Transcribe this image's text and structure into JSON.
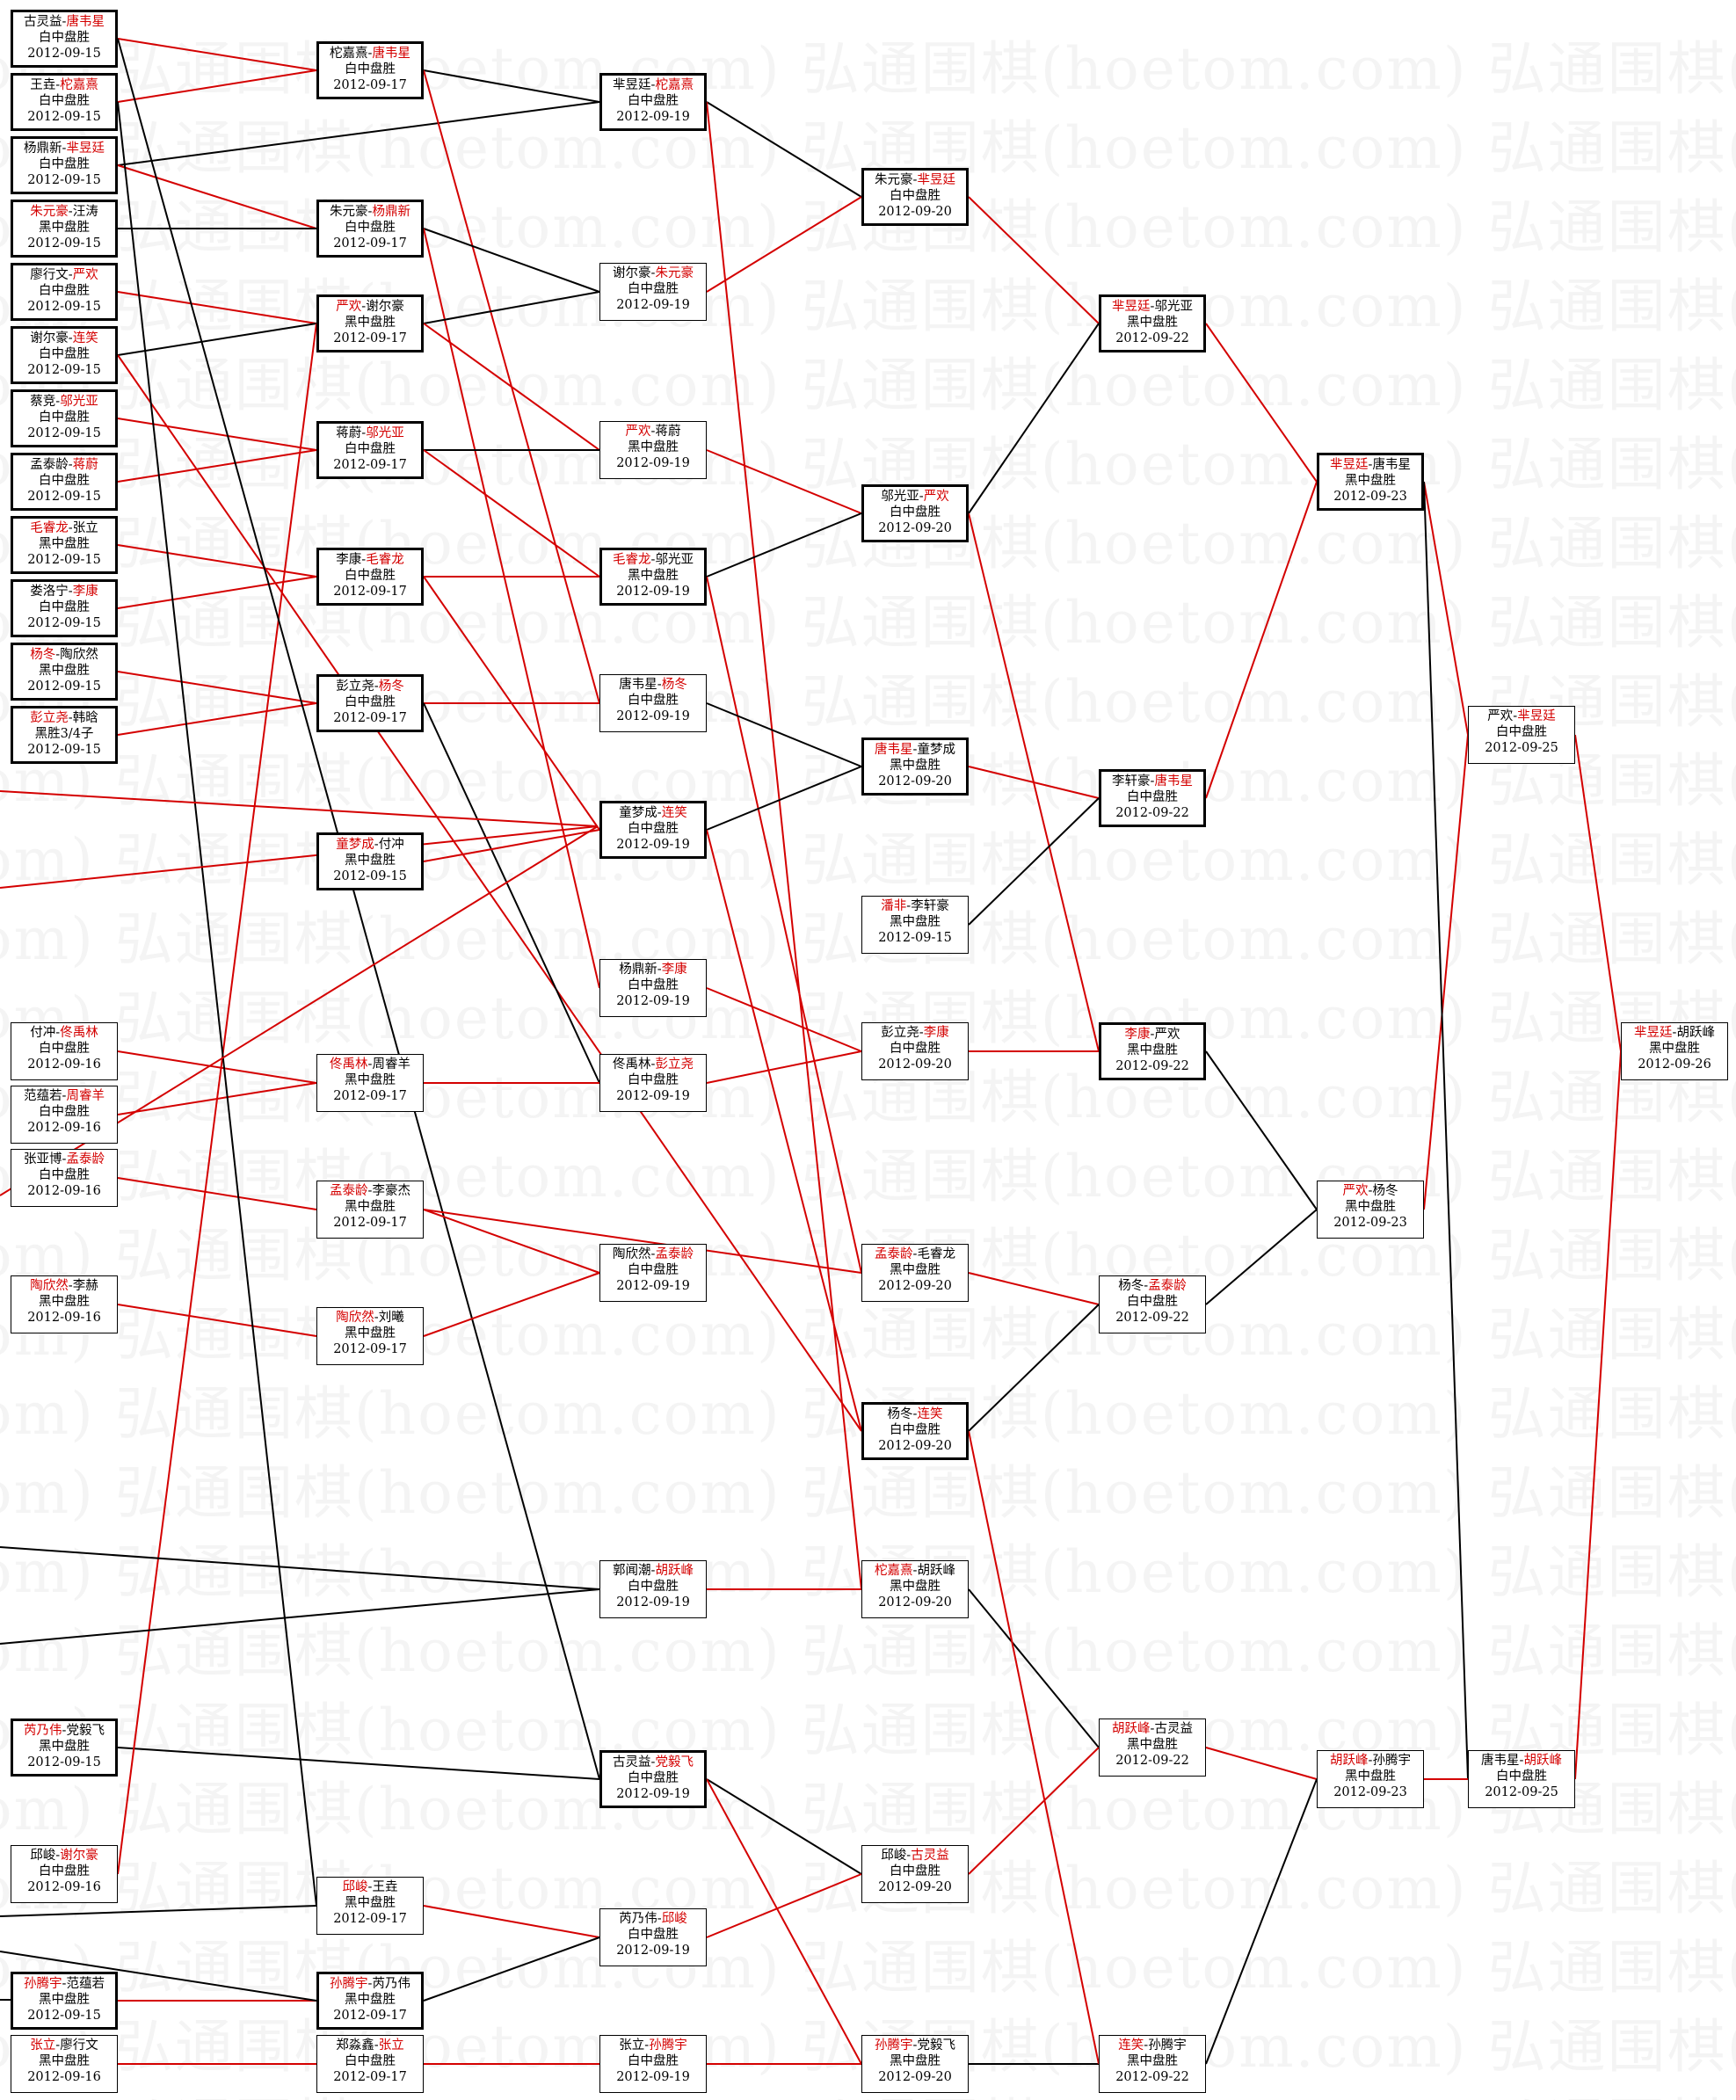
{
  "watermark": "弘通围棋(hoetom.com)",
  "colors": {
    "winner": "#d40000",
    "line_winner": "#d40000",
    "line_loser": "#000000",
    "border": "#000000"
  },
  "games": [
    {
      "id": "r1_01",
      "p1": "古灵益",
      "p2": "唐韦星",
      "winner": 2,
      "result": "白中盘胜",
      "date": "2012-09-15"
    },
    {
      "id": "r1_02",
      "p1": "王垚",
      "p2": "柁嘉熹",
      "winner": 2,
      "result": "白中盘胜",
      "date": "2012-09-15"
    },
    {
      "id": "r1_03",
      "p1": "杨鼎新",
      "p2": "芈昱廷",
      "winner": 2,
      "result": "白中盘胜",
      "date": "2012-09-15"
    },
    {
      "id": "r1_04",
      "p1": "朱元豪",
      "p2": "汪涛",
      "winner": 1,
      "result": "黑中盘胜",
      "date": "2012-09-15"
    },
    {
      "id": "r1_05",
      "p1": "廖行文",
      "p2": "严欢",
      "winner": 2,
      "result": "白中盘胜",
      "date": "2012-09-15"
    },
    {
      "id": "r1_06",
      "p1": "谢尔豪",
      "p2": "连笑",
      "winner": 2,
      "result": "白中盘胜",
      "date": "2012-09-15"
    },
    {
      "id": "r1_07",
      "p1": "蔡竞",
      "p2": "邬光亚",
      "winner": 2,
      "result": "白中盘胜",
      "date": "2012-09-15"
    },
    {
      "id": "r1_08",
      "p1": "孟泰龄",
      "p2": "蒋蔚",
      "winner": 2,
      "result": "白中盘胜",
      "date": "2012-09-15"
    },
    {
      "id": "r1_09",
      "p1": "毛睿龙",
      "p2": "张立",
      "winner": 1,
      "result": "黑中盘胜",
      "date": "2012-09-15"
    },
    {
      "id": "r1_10",
      "p1": "娄洛宁",
      "p2": "李康",
      "winner": 2,
      "result": "白中盘胜",
      "date": "2012-09-15"
    },
    {
      "id": "r1_11",
      "p1": "杨冬",
      "p2": "陶欣然",
      "winner": 1,
      "result": "黑中盘胜",
      "date": "2012-09-15"
    },
    {
      "id": "r1_12",
      "p1": "彭立尧",
      "p2": "韩晗",
      "winner": 1,
      "result": "黑胜3/4子",
      "date": "2012-09-15"
    },
    {
      "id": "r1_13",
      "p1": "付冲",
      "p2": "佟禹林",
      "winner": 2,
      "result": "白中盘胜",
      "date": "2012-09-16"
    },
    {
      "id": "r1_14",
      "p1": "范蕴若",
      "p2": "周睿羊",
      "winner": 2,
      "result": "白中盘胜",
      "date": "2012-09-16"
    },
    {
      "id": "r1_15",
      "p1": "张亚博",
      "p2": "孟泰龄",
      "winner": 2,
      "result": "白中盘胜",
      "date": "2012-09-16"
    },
    {
      "id": "r1_16",
      "p1": "陶欣然",
      "p2": "李赫",
      "winner": 1,
      "result": "黑中盘胜",
      "date": "2012-09-16"
    },
    {
      "id": "r1_17",
      "p1": "芮乃伟",
      "p2": "党毅飞",
      "winner": 1,
      "result": "黑中盘胜",
      "date": "2012-09-15"
    },
    {
      "id": "r1_18",
      "p1": "邱峻",
      "p2": "谢尔豪",
      "winner": 2,
      "result": "白中盘胜",
      "date": "2012-09-16"
    },
    {
      "id": "r1_19",
      "p1": "孙腾宇",
      "p2": "范蕴若",
      "winner": 1,
      "result": "黑中盘胜",
      "date": "2012-09-15"
    },
    {
      "id": "r1_20",
      "p1": "张立",
      "p2": "廖行文",
      "winner": 1,
      "result": "黑中盘胜",
      "date": "2012-09-16"
    },
    {
      "id": "r2_01",
      "p1": "柁嘉熹",
      "p2": "唐韦星",
      "winner": 2,
      "result": "白中盘胜",
      "date": "2012-09-17"
    },
    {
      "id": "r2_02",
      "p1": "朱元豪",
      "p2": "杨鼎新",
      "winner": 2,
      "result": "白中盘胜",
      "date": "2012-09-17"
    },
    {
      "id": "r2_03",
      "p1": "严欢",
      "p2": "谢尔豪",
      "winner": 1,
      "result": "黑中盘胜",
      "date": "2012-09-17"
    },
    {
      "id": "r2_04",
      "p1": "蒋蔚",
      "p2": "邬光亚",
      "winner": 2,
      "result": "白中盘胜",
      "date": "2012-09-17"
    },
    {
      "id": "r2_05",
      "p1": "李康",
      "p2": "毛睿龙",
      "winner": 2,
      "result": "白中盘胜",
      "date": "2012-09-17"
    },
    {
      "id": "r2_06",
      "p1": "彭立尧",
      "p2": "杨冬",
      "winner": 2,
      "result": "白中盘胜",
      "date": "2012-09-17"
    },
    {
      "id": "r2_07",
      "p1": "童梦成",
      "p2": "付冲",
      "winner": 1,
      "result": "黑中盘胜",
      "date": "2012-09-15"
    },
    {
      "id": "r2_08",
      "p1": "佟禹林",
      "p2": "周睿羊",
      "winner": 1,
      "result": "黑中盘胜",
      "date": "2012-09-17"
    },
    {
      "id": "r2_09",
      "p1": "孟泰龄",
      "p2": "李豪杰",
      "winner": 1,
      "result": "黑中盘胜",
      "date": "2012-09-17"
    },
    {
      "id": "r2_10",
      "p1": "陶欣然",
      "p2": "刘曦",
      "winner": 1,
      "result": "黑中盘胜",
      "date": "2012-09-17"
    },
    {
      "id": "r2_11",
      "p1": "邱峻",
      "p2": "王垚",
      "winner": 1,
      "result": "黑中盘胜",
      "date": "2012-09-17"
    },
    {
      "id": "r2_12",
      "p1": "孙腾宇",
      "p2": "芮乃伟",
      "winner": 1,
      "result": "黑中盘胜",
      "date": "2012-09-17"
    },
    {
      "id": "r2_13",
      "p1": "郑淼鑫",
      "p2": "张立",
      "winner": 2,
      "result": "白中盘胜",
      "date": "2012-09-17"
    },
    {
      "id": "r3_01",
      "p1": "芈昱廷",
      "p2": "柁嘉熹",
      "winner": 2,
      "result": "白中盘胜",
      "date": "2012-09-19"
    },
    {
      "id": "r3_02",
      "p1": "谢尔豪",
      "p2": "朱元豪",
      "winner": 2,
      "result": "白中盘胜",
      "date": "2012-09-19"
    },
    {
      "id": "r3_03",
      "p1": "严欢",
      "p2": "蒋蔚",
      "winner": 1,
      "result": "黑中盘胜",
      "date": "2012-09-19"
    },
    {
      "id": "r3_04",
      "p1": "毛睿龙",
      "p2": "邬光亚",
      "winner": 1,
      "result": "黑中盘胜",
      "date": "2012-09-19"
    },
    {
      "id": "r3_05",
      "p1": "唐韦星",
      "p2": "杨冬",
      "winner": 2,
      "result": "白中盘胜",
      "date": "2012-09-19"
    },
    {
      "id": "r3_06",
      "p1": "童梦成",
      "p2": "连笑",
      "winner": 2,
      "result": "白中盘胜",
      "date": "2012-09-19"
    },
    {
      "id": "r3_07",
      "p1": "杨鼎新",
      "p2": "李康",
      "winner": 2,
      "result": "白中盘胜",
      "date": "2012-09-19"
    },
    {
      "id": "r3_08",
      "p1": "佟禹林",
      "p2": "彭立尧",
      "winner": 2,
      "result": "白中盘胜",
      "date": "2012-09-19"
    },
    {
      "id": "r3_09",
      "p1": "陶欣然",
      "p2": "孟泰龄",
      "winner": 2,
      "result": "白中盘胜",
      "date": "2012-09-19"
    },
    {
      "id": "r3_10",
      "p1": "郭闻潮",
      "p2": "胡跃峰",
      "winner": 2,
      "result": "白中盘胜",
      "date": "2012-09-19"
    },
    {
      "id": "r3_11",
      "p1": "古灵益",
      "p2": "党毅飞",
      "winner": 2,
      "result": "白中盘胜",
      "date": "2012-09-19"
    },
    {
      "id": "r3_12",
      "p1": "芮乃伟",
      "p2": "邱峻",
      "winner": 2,
      "result": "白中盘胜",
      "date": "2012-09-19"
    },
    {
      "id": "r3_13",
      "p1": "张立",
      "p2": "孙腾宇",
      "winner": 2,
      "result": "白中盘胜",
      "date": "2012-09-19"
    },
    {
      "id": "r4_01",
      "p1": "朱元豪",
      "p2": "芈昱廷",
      "winner": 2,
      "result": "白中盘胜",
      "date": "2012-09-20"
    },
    {
      "id": "r4_02",
      "p1": "邬光亚",
      "p2": "严欢",
      "winner": 2,
      "result": "白中盘胜",
      "date": "2012-09-20"
    },
    {
      "id": "r4_03",
      "p1": "唐韦星",
      "p2": "童梦成",
      "winner": 1,
      "result": "黑中盘胜",
      "date": "2012-09-20"
    },
    {
      "id": "r4_04",
      "p1": "潘非",
      "p2": "李轩豪",
      "winner": 1,
      "result": "黑中盘胜",
      "date": "2012-09-15"
    },
    {
      "id": "r4_05",
      "p1": "彭立尧",
      "p2": "李康",
      "winner": 2,
      "result": "白中盘胜",
      "date": "2012-09-20"
    },
    {
      "id": "r4_06",
      "p1": "孟泰龄",
      "p2": "毛睿龙",
      "winner": 1,
      "result": "黑中盘胜",
      "date": "2012-09-20"
    },
    {
      "id": "r4_07",
      "p1": "杨冬",
      "p2": "连笑",
      "winner": 2,
      "result": "白中盘胜",
      "date": "2012-09-20"
    },
    {
      "id": "r4_08",
      "p1": "柁嘉熹",
      "p2": "胡跃峰",
      "winner": 1,
      "result": "黑中盘胜",
      "date": "2012-09-20"
    },
    {
      "id": "r4_09",
      "p1": "邱峻",
      "p2": "古灵益",
      "winner": 2,
      "result": "白中盘胜",
      "date": "2012-09-20"
    },
    {
      "id": "r4_10",
      "p1": "孙腾宇",
      "p2": "党毅飞",
      "winner": 1,
      "result": "黑中盘胜",
      "date": "2012-09-20"
    },
    {
      "id": "r5_01",
      "p1": "芈昱廷",
      "p2": "邬光亚",
      "winner": 1,
      "result": "黑中盘胜",
      "date": "2012-09-22"
    },
    {
      "id": "r5_02",
      "p1": "李轩豪",
      "p2": "唐韦星",
      "winner": 2,
      "result": "白中盘胜",
      "date": "2012-09-22"
    },
    {
      "id": "r5_03",
      "p1": "李康",
      "p2": "严欢",
      "winner": 1,
      "result": "黑中盘胜",
      "date": "2012-09-22"
    },
    {
      "id": "r5_04",
      "p1": "杨冬",
      "p2": "孟泰龄",
      "winner": 2,
      "result": "白中盘胜",
      "date": "2012-09-22"
    },
    {
      "id": "r5_05",
      "p1": "胡跃峰",
      "p2": "古灵益",
      "winner": 1,
      "result": "黑中盘胜",
      "date": "2012-09-22"
    },
    {
      "id": "r5_06",
      "p1": "连笑",
      "p2": "孙腾宇",
      "winner": 1,
      "result": "黑中盘胜",
      "date": "2012-09-22"
    },
    {
      "id": "r6_01",
      "p1": "芈昱廷",
      "p2": "唐韦星",
      "winner": 1,
      "result": "黑中盘胜",
      "date": "2012-09-23"
    },
    {
      "id": "r6_02",
      "p1": "严欢",
      "p2": "杨冬",
      "winner": 1,
      "result": "黑中盘胜",
      "date": "2012-09-23"
    },
    {
      "id": "r6_03",
      "p1": "胡跃峰",
      "p2": "孙腾宇",
      "winner": 1,
      "result": "黑中盘胜",
      "date": "2012-09-23"
    },
    {
      "id": "r7_01",
      "p1": "严欢",
      "p2": "芈昱廷",
      "winner": 2,
      "result": "白中盘胜",
      "date": "2012-09-25"
    },
    {
      "id": "r7_02",
      "p1": "唐韦星",
      "p2": "胡跃峰",
      "winner": 2,
      "result": "白中盘胜",
      "date": "2012-09-25"
    },
    {
      "id": "r8_01",
      "p1": "芈昱廷",
      "p2": "胡跃峰",
      "winner": 1,
      "result": "黑中盘胜",
      "date": "2012-09-26"
    }
  ]
}
